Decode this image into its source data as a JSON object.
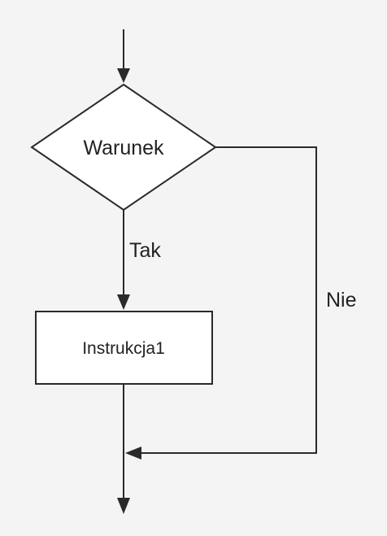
{
  "decision": {
    "label": "Warunek"
  },
  "process": {
    "label": "Instrukcja1"
  },
  "branches": {
    "yes_label": "Tak",
    "no_label": "Nie"
  },
  "colors": {
    "line": "#2a2a2a",
    "background": "#f4f4f4"
  }
}
